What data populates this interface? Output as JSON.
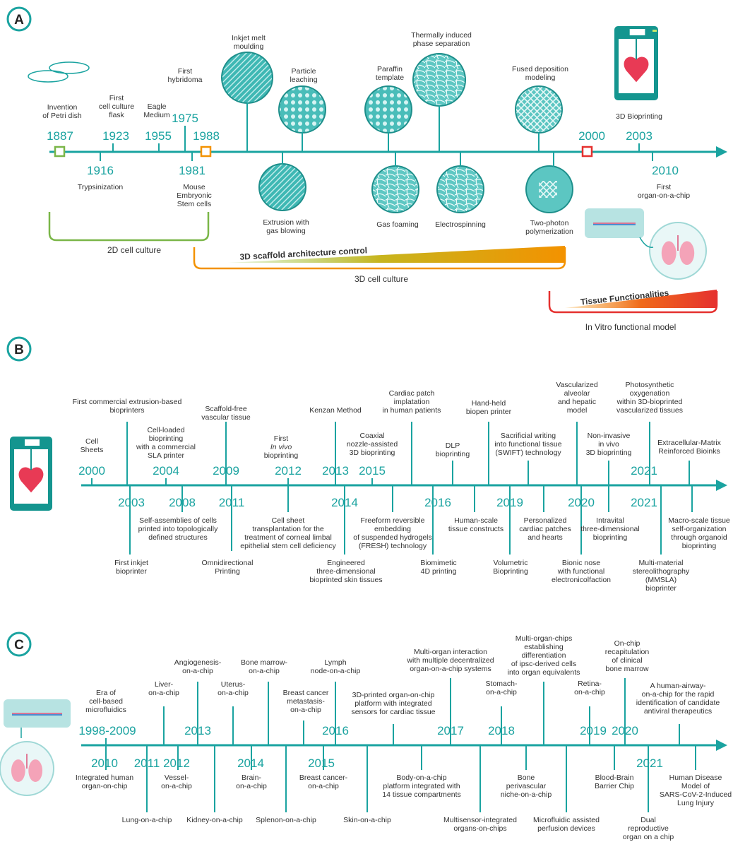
{
  "colors": {
    "teal": "#1aa3a0",
    "green": "#7ab648",
    "orange": "#f39200",
    "red": "#e5312f",
    "text": "#333333"
  },
  "panels": {
    "a": "A",
    "b": "B",
    "c": "C"
  },
  "a": {
    "years": {
      "y1887": "1887",
      "y1916": "1916",
      "y1923": "1923",
      "y1955": "1955",
      "y1975": "1975",
      "y1981": "1981",
      "y1988": "1988",
      "y2000": "2000",
      "y2003": "2003",
      "y2010": "2010"
    },
    "labels": {
      "petri": [
        "Invention",
        "of Petri dish"
      ],
      "trypsin": [
        "Trypsinization"
      ],
      "flask": [
        "First",
        "cell culture",
        "flask"
      ],
      "eagle": [
        "Eagle",
        "Medium"
      ],
      "hybridoma": [
        "First",
        "hybridoma"
      ],
      "mouse": [
        "Mouse",
        "Embryonic",
        "Stem cells"
      ],
      "inkjet": [
        "Inkjet melt",
        "moulding"
      ],
      "particle": [
        "Particle",
        "leaching"
      ],
      "paraffin": [
        "Paraffin",
        "template"
      ],
      "thermal": [
        "Thermally induced",
        "phase separation"
      ],
      "fused": [
        "Fused deposition",
        "modeling"
      ],
      "bioprint": [
        "3D Bioprinting"
      ],
      "extrusion": [
        "Extrusion with",
        "gas blowing"
      ],
      "gasfoam": [
        "Gas foaming"
      ],
      "electro": [
        "Electrospinning"
      ],
      "twophoton": [
        "Two-photon",
        "polymerization"
      ],
      "ooc": [
        "First",
        "organ-on-a-chip"
      ]
    },
    "bands": {
      "cell2d": "2D cell culture",
      "scaffold": "3D scaffold architecture control",
      "cell3d": "3D cell culture",
      "tissue": "Tissue Functionalities",
      "invitro": "In Vitro functional model"
    }
  },
  "b": {
    "years": {
      "y2000": "2000",
      "y2003": "2003",
      "y2004": "2004",
      "y2008": "2008",
      "y2009": "2009",
      "y2011": "2011",
      "y2012": "2012",
      "y2013": "2013",
      "y2014": "2014",
      "y2015": "2015",
      "y2016": "2016",
      "y2019": "2019",
      "y2020": "2020",
      "y2021": "2021"
    },
    "labels": {
      "sheets": [
        "Cell",
        "Sheets"
      ],
      "commercial": [
        "First commercial extrusion-based",
        "bioprinters"
      ],
      "cellloaded": [
        "Cell-loaded",
        "bioprinting",
        "with a commercial",
        "SLA printer"
      ],
      "scaffoldfree": [
        "Scaffold-free",
        "vascular tissue"
      ],
      "invivo1": [
        "First"
      ],
      "invivo2": [
        "In vivo"
      ],
      "invivo3": [
        "bioprinting"
      ],
      "kenzan": [
        "Kenzan Method"
      ],
      "coaxial": [
        "Coaxial",
        "nozzle-assisted",
        "3D bioprinting"
      ],
      "cardiac": [
        "Cardiac patch",
        "implatation",
        "in human patients"
      ],
      "dlp": [
        "DLP",
        "bioprinting"
      ],
      "biopen": [
        "Hand-held",
        "biopen printer"
      ],
      "swift": [
        "Sacrificial writing",
        "into functional tissue",
        "(SWIFT) technology"
      ],
      "alveolar": [
        "Vascularized",
        "alveolar",
        "and hepatic",
        "model"
      ],
      "noninvasive": [
        "Non-invasive",
        "in vivo",
        "3D bioprinting"
      ],
      "photosynth": [
        "Photosynthetic",
        "oxygenation",
        "within 3D-bioprinted",
        "vascularized tissues"
      ],
      "ecm": [
        "Extracellular-Matrix",
        "Reinforced Bioinks"
      ],
      "selfassem": [
        "Self-assemblies of cells",
        "printed into topologically",
        "defined structures"
      ],
      "inkjet": [
        "First inkjet",
        "bioprinter"
      ],
      "omni": [
        "Omnidirectional",
        "Printing"
      ],
      "cellsheet": [
        "Cell sheet",
        "transplantation for the",
        "treatment of corneal limbal",
        "epithelial stem cell deficiency"
      ],
      "skin": [
        "Engineered",
        "three-dimensional",
        "bioprinted skin tissues"
      ],
      "fresh": [
        "Freeform reversible",
        "embedding",
        "of suspended hydrogels",
        "(FRESH) technology"
      ],
      "biomimetic": [
        "Biomimetic",
        "4D printing"
      ],
      "humanscale": [
        "Human-scale",
        "tissue constructs"
      ],
      "volumetric": [
        "Volumetric",
        "Bioprinting"
      ],
      "personal": [
        "Personalized",
        "cardiac patches",
        "and hearts"
      ],
      "bionic": [
        "Bionic nose",
        "with functional",
        "electronicolfaction"
      ],
      "intravital": [
        "Intravital",
        "three-dimensional",
        "bioprinting"
      ],
      "mmsla": [
        "Multi-material",
        "stereolithography",
        "(MMSLA)",
        "bioprinter"
      ],
      "macro": [
        "Macro-scale tissue",
        "self-organization",
        "through organoid",
        "bioprinting"
      ]
    }
  },
  "c": {
    "years": {
      "y1998": "1998-2009",
      "y2010": "2010",
      "y2011": "2011",
      "y2012": "2012",
      "y2013": "2013",
      "y2014": "2014",
      "y2015": "2015",
      "y2016": "2016",
      "y2017": "2017",
      "y2018": "2018",
      "y2019": "2019",
      "y2020": "2020",
      "y2021": "2021"
    },
    "labels": {
      "era": [
        "Era of",
        "cell-based",
        "microfluidics"
      ],
      "liver": [
        "Liver-",
        "on-a-chip"
      ],
      "angio": [
        "Angiogenesis-",
        "on-a-chip"
      ],
      "uterus": [
        "Uterus-",
        "on-a-chip"
      ],
      "bonemarrow": [
        "Bone marrow-",
        "on-a-chip"
      ],
      "breastmeta": [
        "Breast cancer",
        "metastasis-",
        "on-a-chip"
      ],
      "lymph": [
        "Lymph",
        "node-on-a-chip"
      ],
      "printed3d": [
        "3D-printed organ-on-chip",
        "platform with integrated",
        "sensors for cardiac tissue"
      ],
      "multiorgan": [
        "Multi-organ interaction",
        "with multiple decentralized",
        "organ-on-a-chip systems"
      ],
      "stomach": [
        "Stomach-",
        "on-a-chip"
      ],
      "ipsc": [
        "Multi-organ-chips",
        "establishing",
        "differentiation",
        "of ipsc-derived cells",
        "into organ equivalents"
      ],
      "retina": [
        "Retina-",
        "on-a-chip"
      ],
      "onchip": [
        "On-chip",
        "recapitulation",
        "of clinical",
        "bone marrow"
      ],
      "airway": [
        "A human-airway-",
        "on-a-chip for the rapid",
        "identification of candidate",
        "antiviral therapeutics"
      ],
      "integrated": [
        "Integrated human",
        "organ-on-chip"
      ],
      "lung": [
        "Lung-on-a-chip"
      ],
      "vessel": [
        "Vessel-",
        "on-a-chip"
      ],
      "kidney": [
        "Kidney-on-a-chip"
      ],
      "brain": [
        "Brain-",
        "on-a-chip"
      ],
      "splenon": [
        "Splenon-on-a-chip"
      ],
      "breast": [
        "Breast cancer-",
        "on-a-chip"
      ],
      "skinchip": [
        "Skin-on-a-chip"
      ],
      "body": [
        "Body-on-a-chip",
        "platform integrated with",
        "14 tissue compartments"
      ],
      "multisensor": [
        "Multisensor-integrated",
        "organs-on-chips"
      ],
      "boneperi": [
        "Bone",
        "perivascular",
        "niche-on-a-chip"
      ],
      "perfusion": [
        "Microfluidic assisted",
        "perfusion devices"
      ],
      "bbb": [
        "Blood-Brain",
        "Barrier Chip"
      ],
      "dual": [
        "Dual",
        "reproductive",
        "organ on a chip"
      ],
      "disease": [
        "Human Disease",
        "Model of",
        "SARS-CoV-2-Induced",
        "Lung Injury"
      ]
    }
  }
}
